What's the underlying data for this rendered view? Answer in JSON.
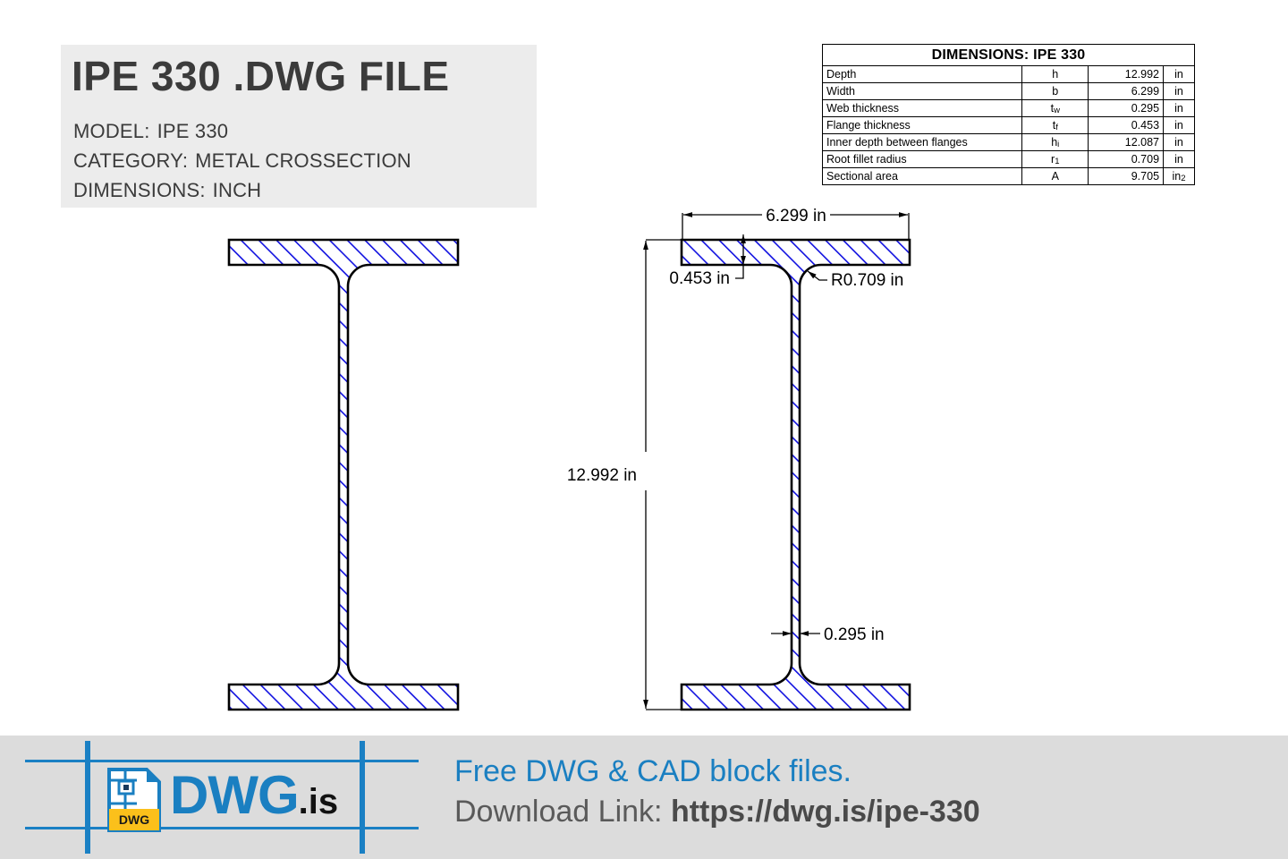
{
  "header": {
    "title": "IPE 330 .DWG FILE",
    "meta": [
      {
        "label": "MODEL:",
        "value": "IPE 330"
      },
      {
        "label": "CATEGORY:",
        "value": "METAL CROSSECTION"
      },
      {
        "label": "DIMENSIONS:",
        "value": "INCH"
      }
    ]
  },
  "table": {
    "title": "DIMENSIONS: IPE 330",
    "rows": [
      {
        "name": "Depth",
        "symbol": "h",
        "sub": "",
        "value": "12.992",
        "unit": "in",
        "unit_sub": ""
      },
      {
        "name": "Width",
        "symbol": "b",
        "sub": "",
        "value": "6.299",
        "unit": "in",
        "unit_sub": ""
      },
      {
        "name": "Web thickness",
        "symbol": "t",
        "sub": "w",
        "value": "0.295",
        "unit": "in",
        "unit_sub": ""
      },
      {
        "name": "Flange thickness",
        "symbol": "t",
        "sub": "f",
        "value": "0.453",
        "unit": "in",
        "unit_sub": ""
      },
      {
        "name": "Inner depth between flanges",
        "symbol": "h",
        "sub": "i",
        "value": "12.087",
        "unit": "in",
        "unit_sub": ""
      },
      {
        "name": "Root fillet radius",
        "symbol": "r",
        "sub": "1",
        "value": "0.709",
        "unit": "in",
        "unit_sub": ""
      },
      {
        "name": "Sectional area",
        "symbol": "A",
        "sub": "",
        "value": "9.705",
        "unit": "in",
        "unit_sub": "2"
      }
    ]
  },
  "drawing": {
    "left_caption": "",
    "annotations": {
      "width": "6.299 in",
      "flange_thickness": "0.453 in",
      "root_radius": "R0.709 in",
      "depth": "12.992 in",
      "web_thickness": "0.295 in"
    }
  },
  "footer": {
    "logo_word": "DWG",
    "logo_tld": ".is",
    "logo_badge": "DWG",
    "line1": "Free DWG & CAD block files.",
    "line2_label": "Download Link:",
    "line2_url": "https://dwg.is/ipe-330"
  },
  "colors": {
    "hatch": "#1010e0",
    "outline": "#000000",
    "brand_blue": "#1a7fc1",
    "badge_yellow": "#fbc01b",
    "header_bg": "#ececec",
    "footer_bg": "#dcdcdc"
  }
}
